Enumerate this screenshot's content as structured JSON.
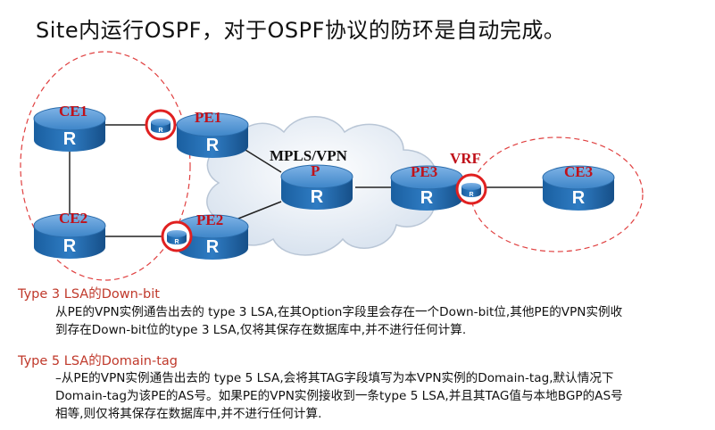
{
  "title": "Site内运行OSPF，对于OSPF协议的防环是自动完成。",
  "diagram": {
    "router_glyph": "R",
    "labels": {
      "ce1": "CE1",
      "ce2": "CE2",
      "ce3": "CE3",
      "pe1": "PE1",
      "pe2": "PE2",
      "pe3": "PE3",
      "p": "P",
      "mpls": "MPLS/VPN",
      "vrf": "VRF"
    },
    "colors": {
      "label_red": "#c0111a",
      "router_body": "#1e6fb5",
      "ring_red": "#e02020"
    }
  },
  "sections": [
    {
      "heading": "Type 3 LSA的Down-bit",
      "lines": [
        "从PE的VPN实例通告出去的 type 3 LSA,在其Option字段里会存在一个Down-bit位,其他PE的VPN实例收",
        "到存在Down-bit位的type 3 LSA,仅将其保存在数据库中,并不进行任何计算."
      ]
    },
    {
      "heading": "Type 5 LSA的Domain-tag",
      "lines": [
        "–从PE的VPN实例通告出去的 type 5 LSA,会将其TAG字段填写为本VPN实例的Domain-tag,默认情况下",
        "Domain-tag为该PE的AS号。如果PE的VPN实例接收到一条type 5 LSA,并且其TAG值与本地BGP的AS号",
        "相等,则仅将其保存在数据库中,并不进行任何计算."
      ]
    }
  ]
}
